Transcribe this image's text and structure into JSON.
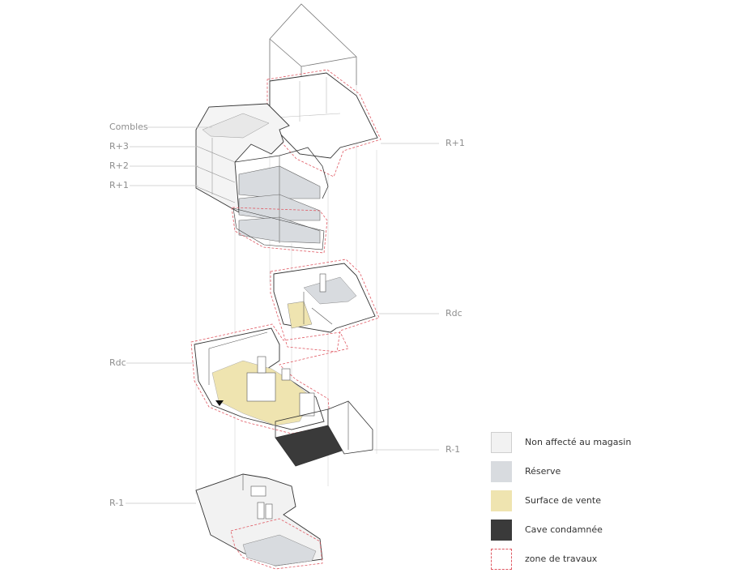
{
  "floor_labels": {
    "combles": "Combles",
    "r3": "R+3",
    "r2": "R+2",
    "r1_left": "R+1",
    "r1_right": "R+1",
    "rdc_right": "Rdc",
    "rdc_left": "Rdc",
    "rm1_right": "R-1",
    "rm1_left": "R-1"
  },
  "legend": [
    {
      "label": "Non affecté au magasin",
      "color": "#f2f2f2",
      "border": "#cfcfcf",
      "style": "solid"
    },
    {
      "label": "Réserve",
      "color": "#d8dbdf",
      "border": "#d8dbdf",
      "style": "solid"
    },
    {
      "label": "Surface de vente",
      "color": "#efe4b0",
      "border": "#efe4b0",
      "style": "solid"
    },
    {
      "label": "Cave condamnée",
      "color": "#3a3a3a",
      "border": "#3a3a3a",
      "style": "solid"
    },
    {
      "label": "zone de travaux",
      "color": "#ffffff",
      "border": "#e05a64",
      "style": "dashed"
    }
  ],
  "colors": {
    "line": "#333333",
    "thin": "#bdbdbd",
    "leader": "#c8c8c8",
    "red": "#e05a64",
    "nonaffecte": "#f2f2f2",
    "reserve": "#d8dbdf",
    "vente": "#efe4b0",
    "cave": "#3a3a3a"
  }
}
